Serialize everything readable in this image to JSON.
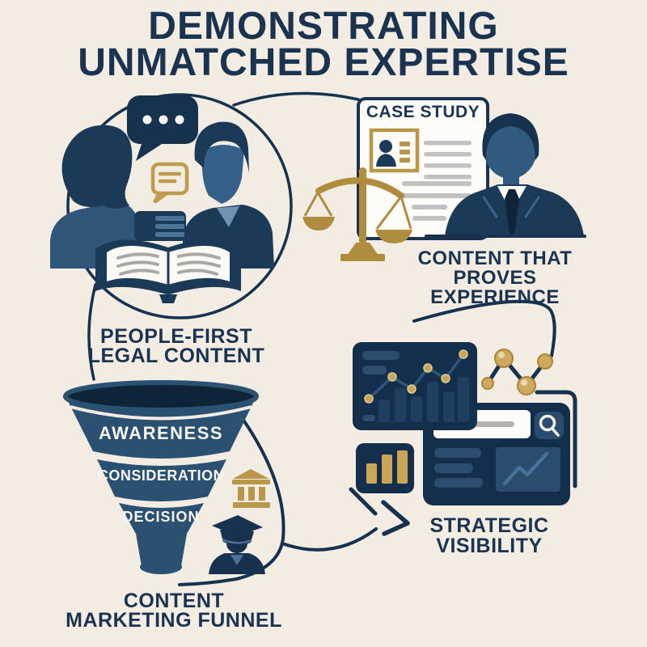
{
  "title": {
    "line1": "DEMONSTRATING",
    "line2": "UNMATCHED EXPERTISE"
  },
  "sections": {
    "people_first": {
      "label_line1": "PEOPLE-FIRST",
      "label_line2": "LEGAL CONTENT"
    },
    "case_study": {
      "doc_title": "CASE STUDY",
      "label_line1": "CONTENT THAT",
      "label_line2": "PROVES EXPERIENCE"
    },
    "funnel": {
      "stages": [
        "AWARENESS",
        "CONSIDERATION",
        "DECISION"
      ],
      "label_line1": "CONTENT",
      "label_line2": "MARKETING FUNNEL"
    },
    "visibility": {
      "label_line1": "STRATEGIC",
      "label_line2": "VISIBILITY"
    }
  },
  "colors": {
    "background": "#f2ece3",
    "navy": "#16324f",
    "text_navy": "#1a3350",
    "slate_blue": "#2e5678",
    "funnel_body": "#2b5172",
    "funnel_mouth": "#0f2438",
    "gold": "#b9964a",
    "gold_light": "#c9a55a",
    "card_navy": "#142f4b",
    "panel_navy": "#2a4d6f",
    "white": "#ffffff",
    "gray_line": "#c2c2c2"
  },
  "icons": {
    "speech-bubble-icon": "💬",
    "chat-note-icon": "🗒",
    "book-stack-icon": "📚",
    "open-book-icon": "📖",
    "scales-of-justice-icon": "⚖",
    "portrait-photo-icon": "🖼",
    "businessman-icon": "👤",
    "funnel-icon": "▼",
    "courthouse-icon": "🏛",
    "graduate-icon": "🎓",
    "line-chart-icon": "📈",
    "mini-bar-chart-icon": "📊",
    "search-icon": "🔍",
    "trend-chart-icon": "📉",
    "network-nodes-icon": "⚛"
  }
}
